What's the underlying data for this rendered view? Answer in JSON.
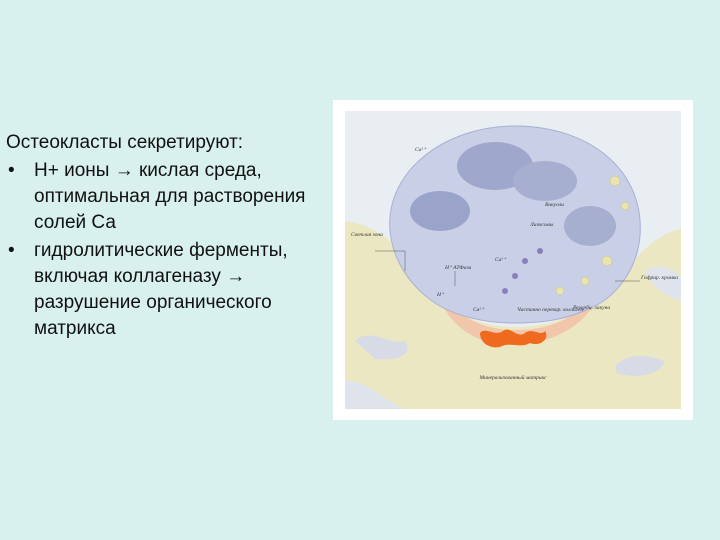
{
  "slide": {
    "heading": "Остеокласты секретируют:",
    "bullets": [
      "Н+ ионы → кислая среда, оптимальная для растворения солей Са",
      "гидролитические ферменты, включая коллагеназу → разрушение органического матрикса"
    ]
  },
  "figure": {
    "labels": {
      "ca_top": "Ca²⁺",
      "vacuole": "Вакуоли",
      "lysosomes": "Лизосомы",
      "sealing_zone": "Светлая зона",
      "ca_mid": "Ca²⁺",
      "h_atpase": "H⁺ АТФаза",
      "ruffled_border": "Гофрир. кромка",
      "ca_low": "Ca²⁺",
      "h_plus": "H⁺",
      "collagen": "Частично перевар. коллаген",
      "lacuna": "Резорбц. лакуна",
      "caption": "Минерализованный матрикс"
    },
    "colors": {
      "background": "#d9f1ee",
      "cell": "#c9cfe6",
      "nucleus": "#9fa7cc",
      "bone_matrix": "#ece7c3",
      "resorption_zone": "#f3c2a8",
      "collagen": "#ee6a1e"
    }
  }
}
